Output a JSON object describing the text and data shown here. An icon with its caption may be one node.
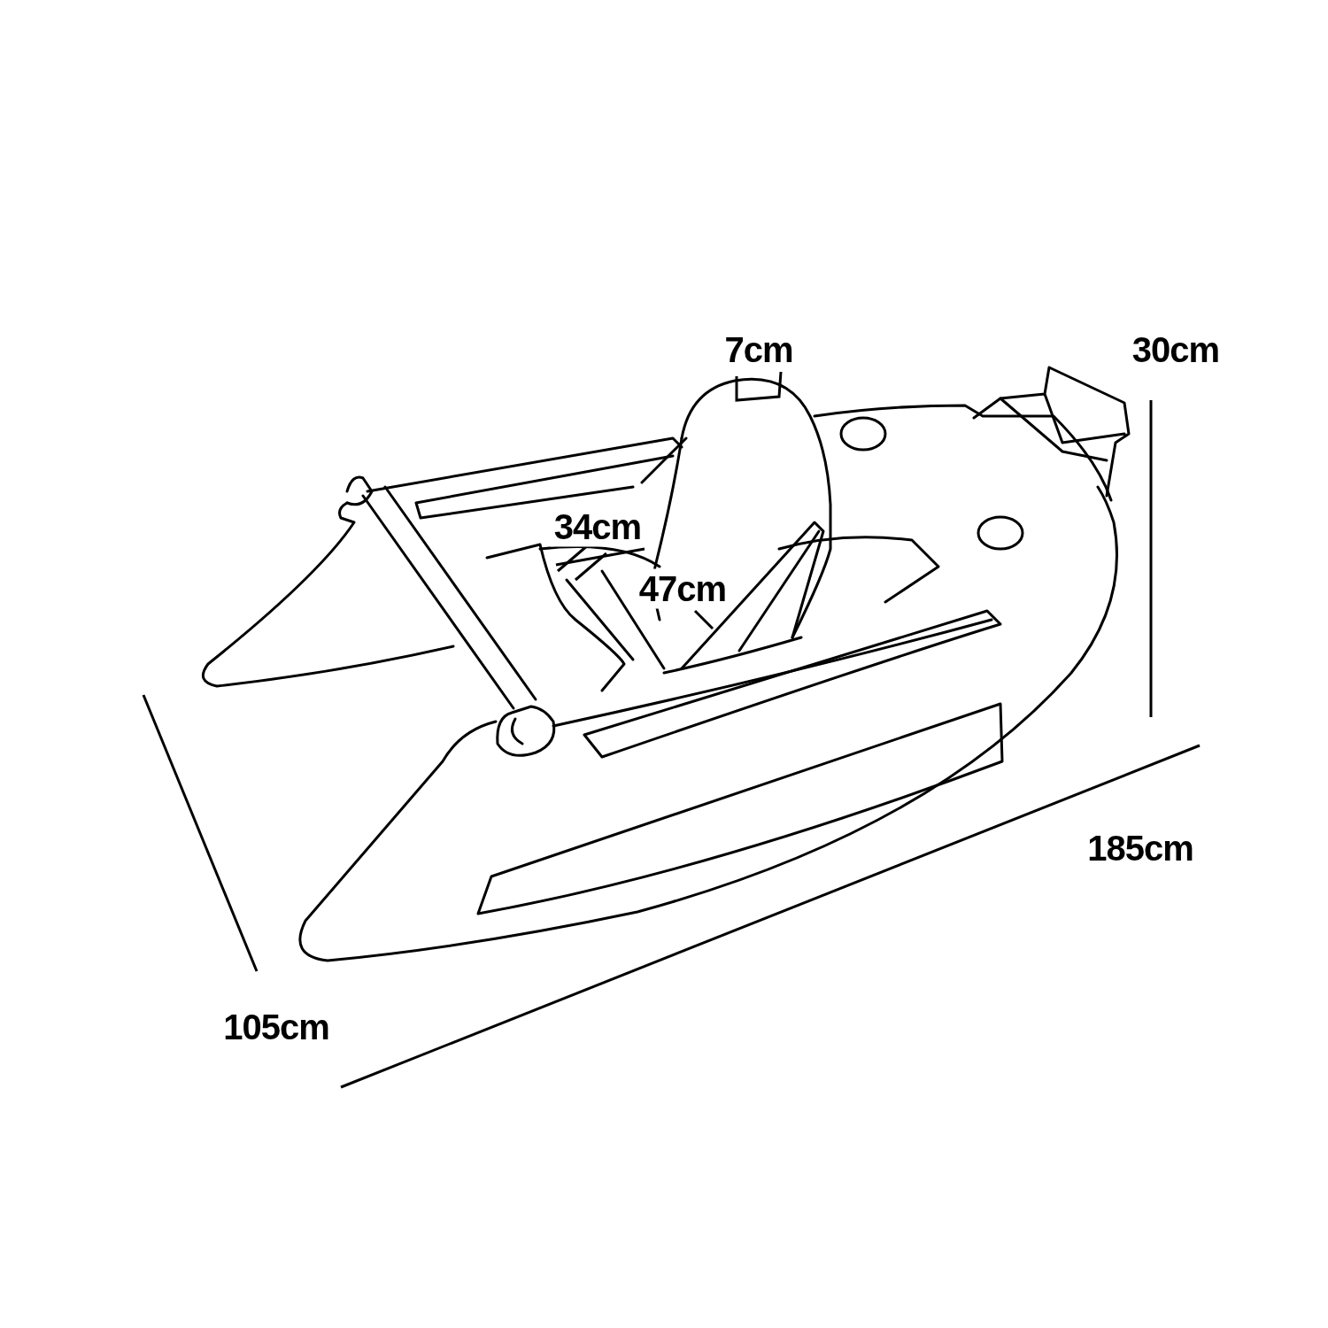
{
  "diagram": {
    "labels": [
      "7cm",
      "30cm",
      "34cm",
      "47cm",
      "185cm",
      "105cm"
    ]
  }
}
